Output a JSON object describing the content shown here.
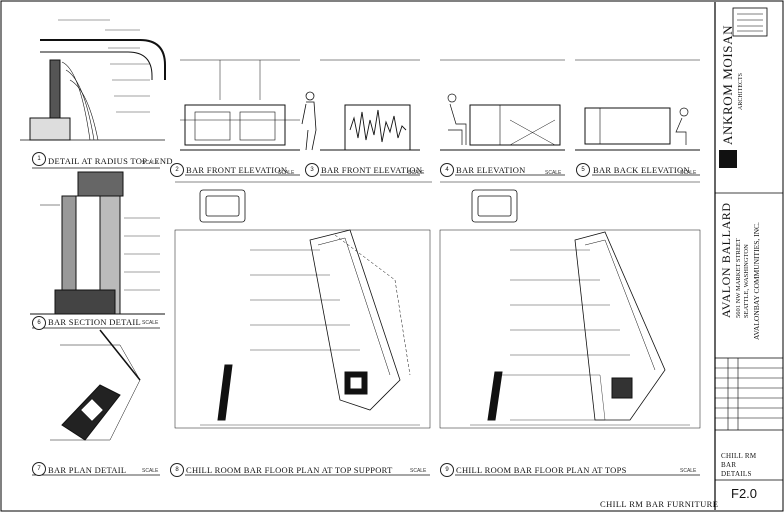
{
  "firm": {
    "name": "ANKROM MOISAN",
    "subtitle": "ARCHITECTS"
  },
  "project": {
    "name": "AVALON BALLARD",
    "address_1": "5601 NW MARKET STREET",
    "address_2": "SEATTLE, WASHINGTON",
    "owner": "AVALONBAY COMMUNITIES, INC."
  },
  "sheet": {
    "title_lines": [
      "CHILL RM",
      "BAR",
      "DETAILS"
    ],
    "number": "F2.0",
    "footer": "CHILL RM BAR FURNITURE"
  },
  "views": [
    {
      "num": "1",
      "title": "DETAIL AT RADIUS TOP / END"
    },
    {
      "num": "2",
      "title": "BAR FRONT ELEVATION"
    },
    {
      "num": "3",
      "title": "BAR FRONT ELEVATION"
    },
    {
      "num": "4",
      "title": "BAR ELEVATION"
    },
    {
      "num": "5",
      "title": "BAR BACK ELEVATION"
    },
    {
      "num": "6",
      "title": "BAR SECTION DETAIL"
    },
    {
      "num": "7",
      "title": "BAR PLAN DETAIL"
    },
    {
      "num": "8",
      "title": "CHILL ROOM BAR FLOOR PLAN AT TOP SUPPORT"
    },
    {
      "num": "9",
      "title": "CHILL ROOM BAR FLOOR PLAN AT TOPS"
    }
  ],
  "scale_note": "SCALE"
}
